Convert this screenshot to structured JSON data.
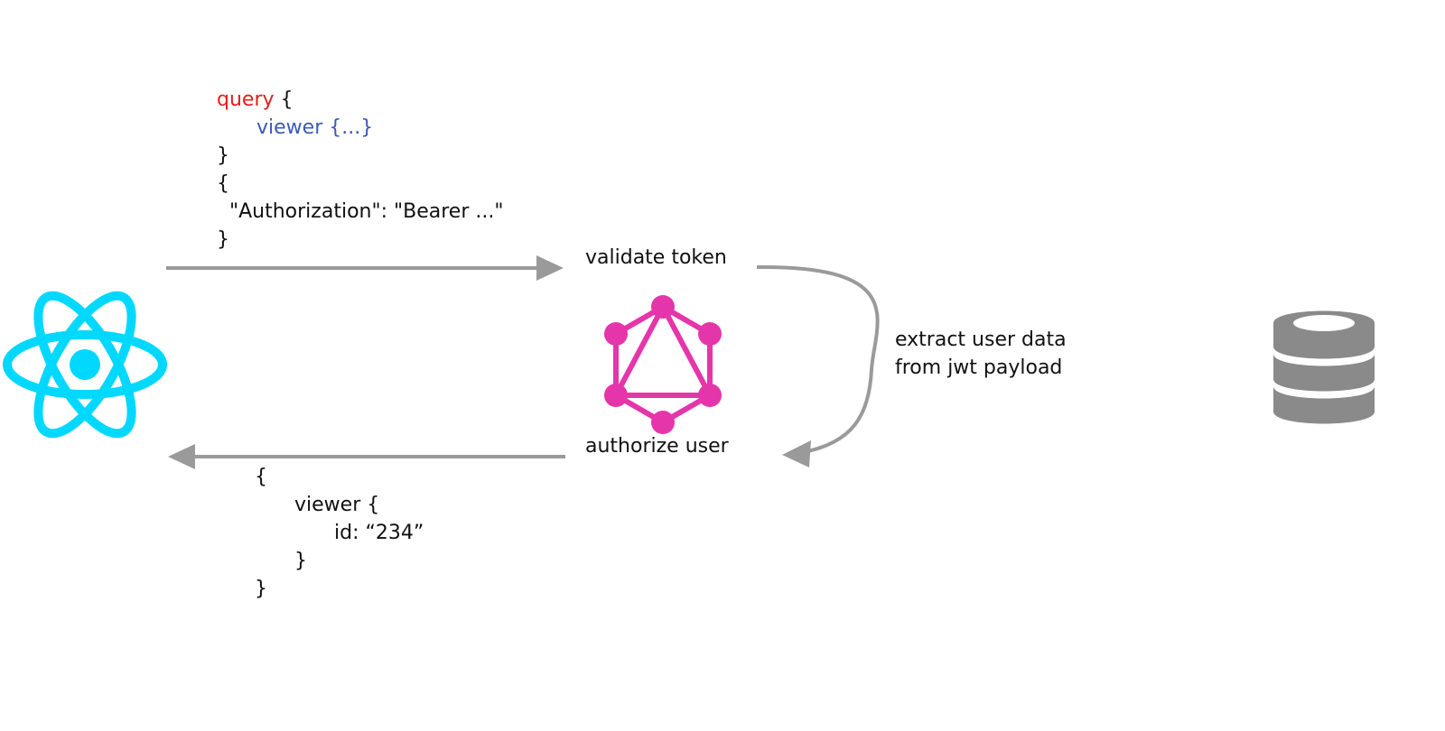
{
  "request": {
    "keyword": "query",
    "open_brace": " {",
    "field": "viewer {...}",
    "close_brace": "}",
    "headers_open": "{",
    "header_line": "\"Authorization\": \"Bearer ...\"",
    "headers_close": "}"
  },
  "response": {
    "line1": "{",
    "line2": "viewer {",
    "line3": "id: “234”",
    "line4": "}",
    "line5": "}"
  },
  "steps": {
    "validate": "validate token",
    "extract_line1": "extract user data",
    "extract_line2": "from jwt payload",
    "authorize": "authorize user"
  },
  "icons": {
    "client": "react-logo-icon",
    "server": "graphql-logo-icon",
    "storage": "database-icon"
  },
  "colors": {
    "react": "#00d8ff",
    "graphql": "#e535ab",
    "arrow": "#9a9a9a",
    "database": "#8a8a8a",
    "keyword": "#e0201c",
    "field": "#3b5bb8"
  }
}
